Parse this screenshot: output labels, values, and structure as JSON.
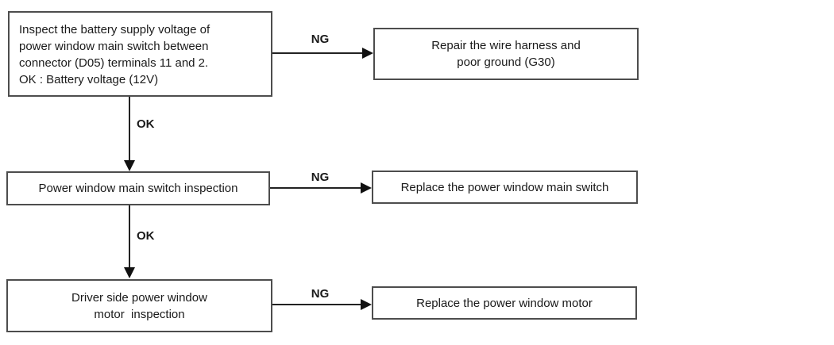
{
  "colors": {
    "background": "#ffffff",
    "box_border": "#4d4d4d",
    "line": "#222222",
    "text": "#1a1a1a"
  },
  "nodes": {
    "inspect_battery": {
      "text": "Inspect the battery supply voltage of\npower window main switch between\nconnector (D05) terminals 11 and 2.\nOK : Battery voltage (12V)"
    },
    "repair_harness": {
      "text": "Repair the wire harness and\npoor ground (G30)"
    },
    "main_switch_inspection": {
      "text": "Power window main switch inspection"
    },
    "replace_main_switch": {
      "text": "Replace the power window main switch"
    },
    "motor_inspection": {
      "text": "Driver side power window\nmotor  inspection"
    },
    "replace_motor": {
      "text": "Replace the power window motor"
    }
  },
  "edges": {
    "ng1": {
      "label": "NG"
    },
    "ok1": {
      "label": "OK"
    },
    "ng2": {
      "label": "NG"
    },
    "ok2": {
      "label": "OK"
    },
    "ng3": {
      "label": "NG"
    }
  }
}
